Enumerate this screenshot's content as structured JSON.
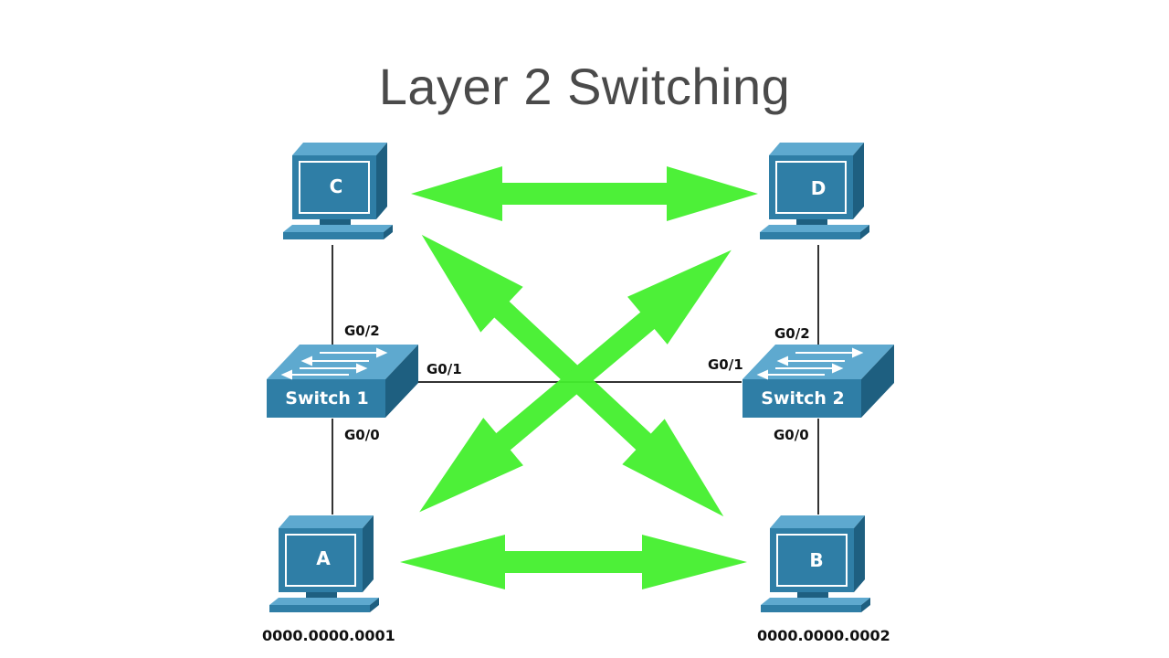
{
  "title": "Layer 2 Switching",
  "colors": {
    "device_blue": "#2f7ea6",
    "device_dark": "#1e5f80",
    "device_light": "#5ea9cf",
    "arrow_green": "#44f02e",
    "cable": "#333333"
  },
  "hosts": {
    "a": {
      "label": "A",
      "mac": "0000.0000.0001"
    },
    "b": {
      "label": "B",
      "mac": "0000.0000.0002"
    },
    "c": {
      "label": "C"
    },
    "d": {
      "label": "D"
    }
  },
  "switches": {
    "sw1": {
      "label": "Switch 1",
      "ports": {
        "g00": "G0/0",
        "g01": "G0/1",
        "g02": "G0/2"
      }
    },
    "sw2": {
      "label": "Switch 2",
      "ports": {
        "g00": "G0/0",
        "g01": "G0/1",
        "g02": "G0/2"
      }
    }
  },
  "traffic_arrows": [
    {
      "from": "C",
      "to": "D",
      "direction": "bidirectional"
    },
    {
      "from": "A",
      "to": "B",
      "direction": "bidirectional"
    },
    {
      "from": "C",
      "to": "B",
      "direction": "bidirectional"
    },
    {
      "from": "A",
      "to": "D",
      "direction": "bidirectional"
    }
  ]
}
